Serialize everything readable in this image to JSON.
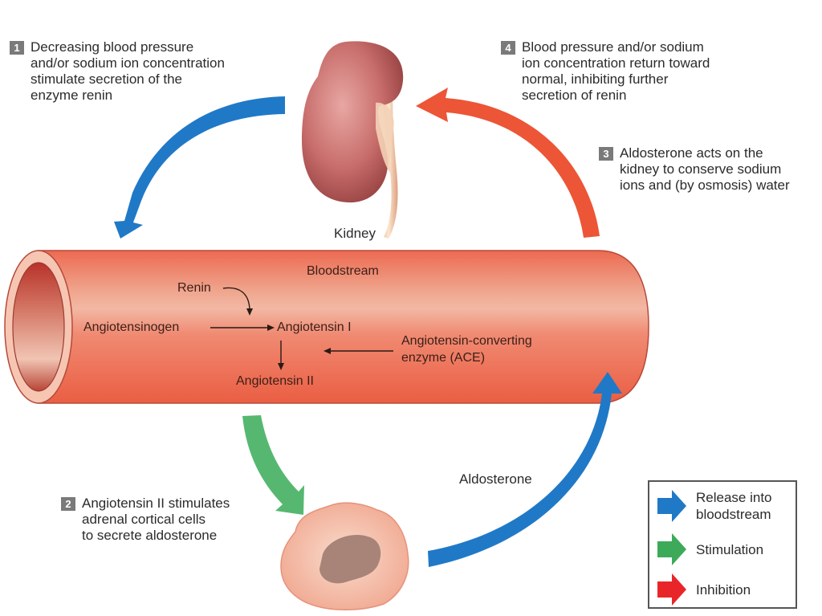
{
  "title": "Renin-Angiotensin-Aldosterone System",
  "steps": [
    {
      "number": "1",
      "lines": [
        "Decreasing blood pressure",
        "and/or sodium ion concentration",
        "stimulate secretion of the",
        "enzyme renin"
      ]
    },
    {
      "number": "2",
      "lines": [
        "Angiotensin II stimulates",
        "adrenal cortical cells",
        "to secrete aldosterone"
      ]
    },
    {
      "number": "3",
      "lines": [
        "Aldosterone acts on the",
        "kidney to conserve sodium",
        "ions and (by osmosis) water"
      ]
    },
    {
      "number": "4",
      "lines": [
        "Blood pressure and/or sodium",
        "ion concentration return toward",
        "normal, inhibiting further",
        "secretion of renin"
      ]
    }
  ],
  "labels": {
    "kidney": "Kidney",
    "aldosterone": "Aldosterone"
  },
  "vessel": {
    "title": "Bloodstream",
    "renin": "Renin",
    "angiotensinogen": "Angiotensinogen",
    "angiotensin_1": "Angiotensin I",
    "angiotensin_2": "Angiotensin II",
    "ace_line1": "Angiotensin-converting",
    "ace_line2": "enzyme (ACE)"
  },
  "legend": [
    {
      "icon": "blue-arrow-icon",
      "color": "#2079c7",
      "lines": [
        "Release into",
        "bloodstream"
      ]
    },
    {
      "icon": "green-arrow-icon",
      "color": "#3daa5a",
      "lines": [
        "Stimulation"
      ]
    },
    {
      "icon": "red-arrow-icon",
      "color": "#e8262a",
      "lines": [
        "Inhibition"
      ]
    }
  ],
  "colors": {
    "release": "#2079c7",
    "stimulation": "#56b870",
    "inhibition": "#ec5536",
    "vessel": "#ee7459"
  }
}
